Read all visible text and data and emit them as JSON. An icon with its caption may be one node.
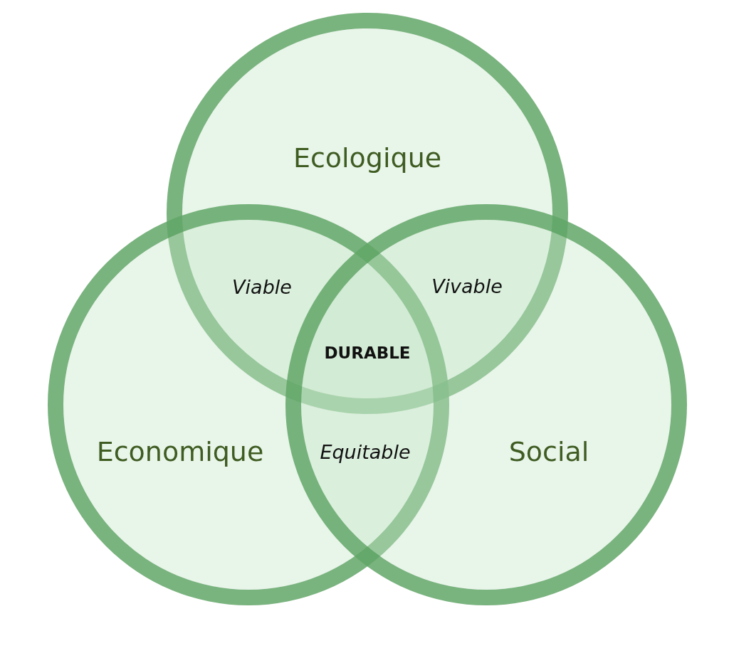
{
  "diagram": {
    "nodes": [
      {
        "text": [
          "Ecologique"
        ]
      },
      {
        "text": [
          "Economique"
        ]
      },
      {
        "text": [
          "Social"
        ]
      }
    ],
    "labels": [
      "Viable",
      "Vivable",
      "DURABLE",
      "Equitable"
    ]
  }
}
